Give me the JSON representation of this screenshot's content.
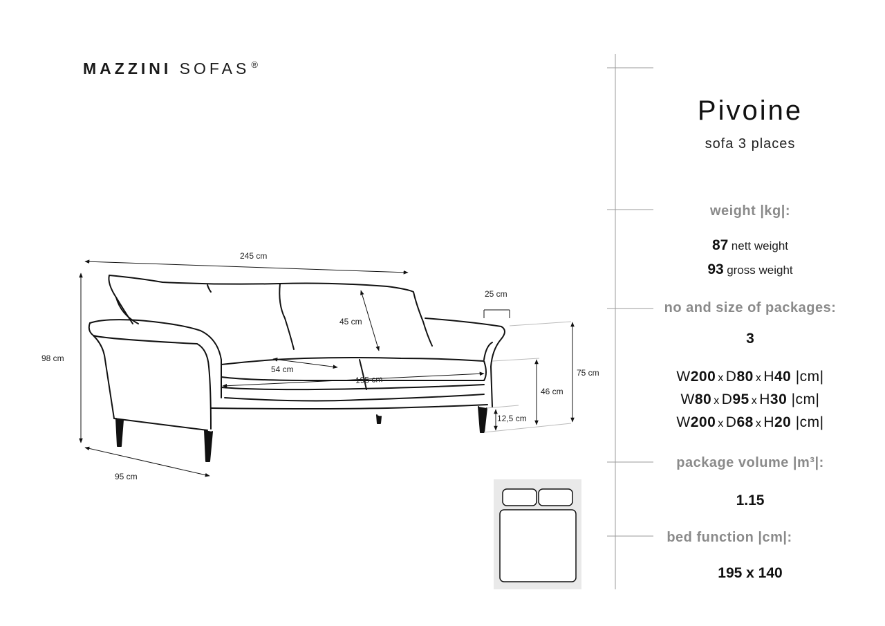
{
  "brand": {
    "name_bold": "MAZZINI",
    "name_light": "SOFAS",
    "mark": "®"
  },
  "product": {
    "name": "Pivoine",
    "subtitle": "sofa 3 places"
  },
  "weight": {
    "label": "weight |kg|:",
    "nett_value": "87",
    "nett_label": "nett weight",
    "gross_value": "93",
    "gross_label": "gross weight"
  },
  "packages": {
    "label": "no  and size of packages:",
    "count": "3",
    "sizes": [
      {
        "w": "200",
        "d": "80",
        "h": "40",
        "unit": "|cm|"
      },
      {
        "w": "80",
        "d": "95",
        "h": "30",
        "unit": "|cm|"
      },
      {
        "w": "200",
        "d": "68",
        "h": "20",
        "unit": "|cm|"
      }
    ],
    "prefix_w": "W",
    "prefix_d": "D",
    "prefix_h": "H",
    "sep": "x"
  },
  "volume": {
    "label": "package volume |m³|:",
    "value": "1.15"
  },
  "bed": {
    "label": "bed function |cm|:",
    "value": "195 x 140"
  },
  "dimensions": {
    "width_total": "245 cm",
    "height_total": "98 cm",
    "depth_total": "95 cm",
    "back_depth": "45 cm",
    "armrest_width": "25 cm",
    "seat_depth": "54 cm",
    "seat_width": "195 cm",
    "arm_height": "75 cm",
    "seat_height": "46 cm",
    "leg_height": "12,5 cm"
  },
  "colors": {
    "rule": "#9a9a9a",
    "label_gray": "#8a8a8a",
    "panel": "#e9e9e9",
    "line": "#111111"
  }
}
